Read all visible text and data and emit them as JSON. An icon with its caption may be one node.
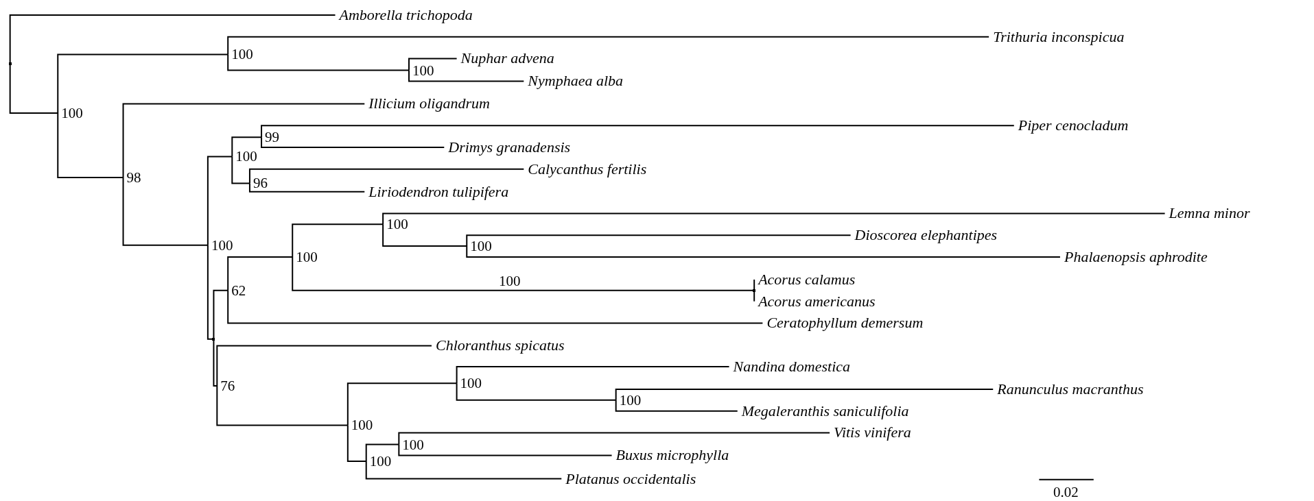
{
  "diagram": {
    "nodes": [
      {
        "text": [],
        "shape": "point"
      },
      {
        "text": [
          "Amborella trichopoda"
        ]
      },
      {
        "text": [
          "100"
        ]
      },
      {
        "text": [
          "100"
        ]
      },
      {
        "text": [
          "Trithuria inconspicua"
        ]
      },
      {
        "text": [
          "100"
        ]
      },
      {
        "text": [
          "Nuphar advena"
        ]
      },
      {
        "text": [
          "Nymphaea alba"
        ]
      },
      {
        "text": [
          "98"
        ]
      },
      {
        "text": [
          "Illicium oligandrum"
        ]
      },
      {
        "text": [
          "100"
        ]
      },
      {
        "text": [
          "100"
        ]
      },
      {
        "text": [
          "99"
        ]
      },
      {
        "text": [
          "Piper cenocladum"
        ]
      },
      {
        "text": [
          "Drimys granadensis"
        ]
      },
      {
        "text": [
          "96"
        ]
      },
      {
        "text": [
          "Calycanthus fertilis"
        ]
      },
      {
        "text": [
          "Liriodendron tulipifera"
        ]
      },
      {
        "text": [],
        "shape": "point"
      },
      {
        "text": [
          "62"
        ]
      },
      {
        "text": [
          "100"
        ]
      },
      {
        "text": [
          "100"
        ]
      },
      {
        "text": [
          "Lemna minor"
        ]
      },
      {
        "text": [
          "100"
        ]
      },
      {
        "text": [
          "Dioscorea elephantipes"
        ]
      },
      {
        "text": [
          "Phalaenopsis aphrodite"
        ]
      },
      {
        "text": [],
        "shape": "point"
      },
      {
        "text": [
          "Acorus calamus"
        ]
      },
      {
        "text": [
          "Acorus americanus"
        ]
      },
      {
        "text": [
          "Ceratophyllum demersum"
        ]
      },
      {
        "text": [
          "76"
        ]
      },
      {
        "text": [
          "Chloranthus spicatus"
        ]
      },
      {
        "text": [
          "100"
        ]
      },
      {
        "text": [
          "100"
        ]
      },
      {
        "text": [
          "Nandina domestica"
        ]
      },
      {
        "text": [
          "100"
        ]
      },
      {
        "text": [
          "Ranunculus macranthus"
        ]
      },
      {
        "text": [
          "Megaleranthis saniculifolia"
        ]
      },
      {
        "text": [
          "100"
        ]
      },
      {
        "text": [
          "100"
        ]
      },
      {
        "text": [
          "Vitis vinifera"
        ]
      },
      {
        "text": [
          "Buxus microphylla"
        ]
      },
      {
        "text": [
          "Platanus occidentalis"
        ]
      }
    ],
    "edges": [
      {
        "from": 0,
        "to": 1,
        "arrow": "none"
      },
      {
        "from": 0,
        "to": 2,
        "arrow": "none"
      },
      {
        "from": 2,
        "to": 3,
        "arrow": "none"
      },
      {
        "from": 3,
        "to": 4,
        "arrow": "none"
      },
      {
        "from": 3,
        "to": 5,
        "arrow": "none"
      },
      {
        "from": 5,
        "to": 6,
        "arrow": "none"
      },
      {
        "from": 5,
        "to": 7,
        "arrow": "none"
      },
      {
        "from": 2,
        "to": 8,
        "arrow": "none"
      },
      {
        "from": 8,
        "to": 9,
        "arrow": "none"
      },
      {
        "from": 8,
        "to": 10,
        "arrow": "none"
      },
      {
        "from": 10,
        "to": 11,
        "arrow": "none"
      },
      {
        "from": 11,
        "to": 12,
        "arrow": "none"
      },
      {
        "from": 12,
        "to": 13,
        "arrow": "none"
      },
      {
        "from": 12,
        "to": 14,
        "arrow": "none"
      },
      {
        "from": 11,
        "to": 15,
        "arrow": "none"
      },
      {
        "from": 15,
        "to": 16,
        "arrow": "none"
      },
      {
        "from": 15,
        "to": 17,
        "arrow": "none"
      },
      {
        "from": 10,
        "to": 18,
        "arrow": "none"
      },
      {
        "from": 18,
        "to": 19,
        "arrow": "none"
      },
      {
        "from": 19,
        "to": 20,
        "arrow": "none"
      },
      {
        "from": 20,
        "to": 21,
        "arrow": "none"
      },
      {
        "from": 21,
        "to": 22,
        "arrow": "none"
      },
      {
        "from": 21,
        "to": 23,
        "arrow": "none"
      },
      {
        "from": 23,
        "to": 24,
        "arrow": "none"
      },
      {
        "from": 23,
        "to": 25,
        "arrow": "none"
      },
      {
        "from": 20,
        "to": 26,
        "arrow": "none",
        "label": "100"
      },
      {
        "from": 26,
        "to": 27,
        "arrow": "none"
      },
      {
        "from": 26,
        "to": 28,
        "arrow": "none"
      },
      {
        "from": 19,
        "to": 29,
        "arrow": "none"
      },
      {
        "from": 18,
        "to": 30,
        "arrow": "none"
      },
      {
        "from": 30,
        "to": 31,
        "arrow": "none"
      },
      {
        "from": 30,
        "to": 32,
        "arrow": "none"
      },
      {
        "from": 32,
        "to": 33,
        "arrow": "none"
      },
      {
        "from": 33,
        "to": 34,
        "arrow": "none"
      },
      {
        "from": 33,
        "to": 35,
        "arrow": "none"
      },
      {
        "from": 35,
        "to": 36,
        "arrow": "none"
      },
      {
        "from": 35,
        "to": 37,
        "arrow": "none"
      },
      {
        "from": 32,
        "to": 38,
        "arrow": "none"
      },
      {
        "from": 38,
        "to": 39,
        "arrow": "none"
      },
      {
        "from": 39,
        "to": 40,
        "arrow": "none"
      },
      {
        "from": 39,
        "to": 41,
        "arrow": "none"
      },
      {
        "from": 38,
        "to": 42,
        "arrow": "none"
      }
    ],
    "labels": [
      "0.02"
    ]
  }
}
